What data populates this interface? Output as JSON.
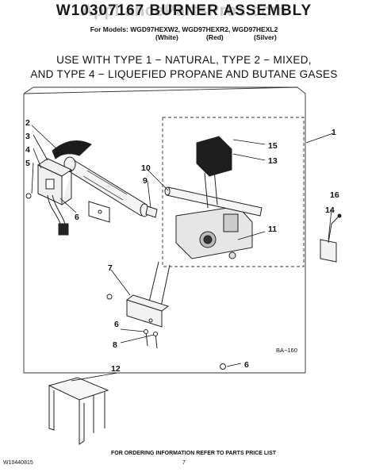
{
  "header": {
    "title": "W10307167 BURNER ASSEMBLY",
    "watermark": "AppliancePartsPros.com",
    "models_line": "For Models: WGD97HEXW2, WGD97HEXR2, WGD97HEXL2",
    "color_white": "(White)",
    "color_red": "(Red)",
    "color_silver": "(Silver)"
  },
  "usage": {
    "line1": "USE WITH TYPE 1 − NATURAL, TYPE 2 − MIXED,",
    "line2": "AND TYPE 4 − LIQUEFIED PROPANE AND BUTANE GASES"
  },
  "diagram": {
    "code": "BA−160",
    "callouts": [
      "1",
      "2",
      "3",
      "4",
      "5",
      "6",
      "7",
      "8",
      "9",
      "10",
      "11",
      "12",
      "13",
      "14",
      "15",
      "16"
    ],
    "callout_6": "6"
  },
  "footer": {
    "part_number": "W10440815",
    "ordering": "FOR ORDERING INFORMATION REFER TO PARTS PRICE LIST",
    "page": "7"
  }
}
